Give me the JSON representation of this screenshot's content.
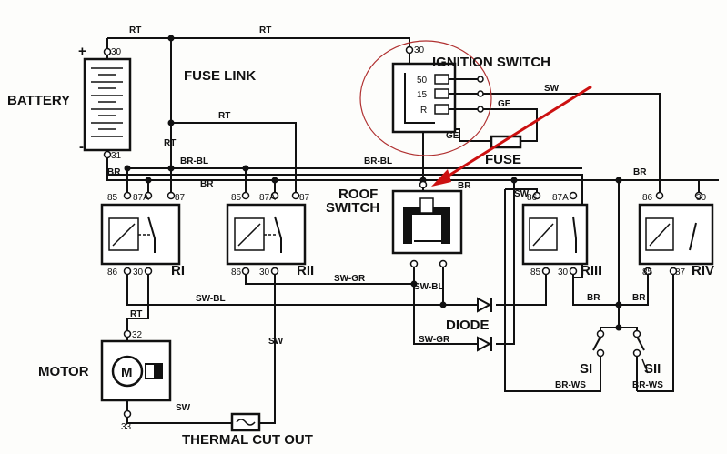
{
  "labels": {
    "battery": "BATTERY",
    "fuse_link": "FUSE LINK",
    "ignition_switch": "IGNITION SWITCH",
    "fuse": "FUSE",
    "roof_switch_1": "ROOF",
    "roof_switch_2": "SWITCH",
    "diode": "DIODE",
    "motor": "MOTOR",
    "thermal_cut_out": "THERMAL CUT OUT",
    "motor_m": "M",
    "s1": "SI",
    "s2": "SII",
    "relay1": "RI",
    "relay2": "RII",
    "relay3": "RIII",
    "relay4": "RIV",
    "plus": "+",
    "minus": "-"
  },
  "wires": {
    "rt": "RT",
    "br_bl": "BR-BL",
    "br": "BR",
    "sw": "SW",
    "ge": "GE",
    "sw_gr": "SW-GR",
    "sw_bl": "SW-BL",
    "br_ws": "BR-WS"
  },
  "terminals": {
    "t30": "30",
    "t31": "31",
    "t50": "50",
    "t15": "15",
    "tR": "R",
    "t85": "85",
    "t86": "86",
    "t87": "87",
    "t87a": "87A",
    "t32": "32",
    "t33": "33"
  },
  "colors": {
    "ink": "#111111",
    "annotation": "#cc1111",
    "circle": "#b03030"
  }
}
